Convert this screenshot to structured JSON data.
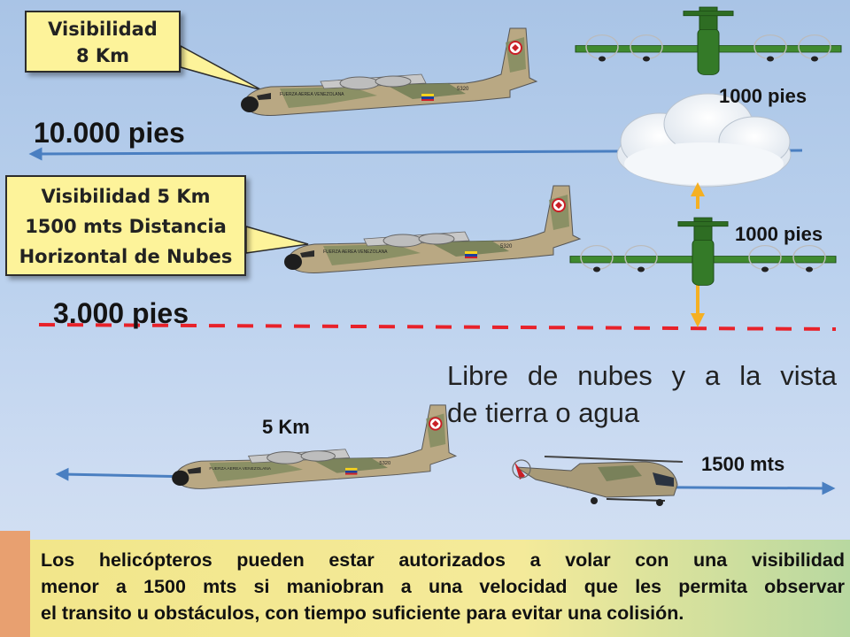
{
  "callout_top": {
    "lines": [
      "Visibilidad",
      "8 Km"
    ]
  },
  "callout_mid": {
    "lines": [
      "Visibilidad 5 Km",
      "1500 mts Distancia",
      "Horizontal  de Nubes"
    ]
  },
  "altitudes": {
    "upper": "10.000 pies",
    "lower": "3.000 pies"
  },
  "cloud_separation": {
    "above": "1000 pies",
    "below": "1000 pies"
  },
  "low_visibility": {
    "aircraft": "5 Km",
    "helicopter": "1500 mts"
  },
  "clear_condition": {
    "lines": [
      "Libre de nubes y a la vista",
      "de tierra o agua"
    ]
  },
  "helicopter_note": {
    "lines": [
      "Los helicópteros pueden estar autorizados a volar con una visibilidad",
      "menor a 1500 mts si maniobran a una velocidad que les permita observar",
      "el transito u obstáculos, con tiempo suficiente para evitar una colisión."
    ]
  },
  "aircraft_markings": {
    "fuselage_text": "FUERZA AEREA VENEZOLANA",
    "tail_number": "5320"
  },
  "colors": {
    "arrow_blue": "#4a7fc1",
    "dash_red": "#e8222a",
    "arrow_orange": "#f5b022",
    "callout_fill": "#fdf39a",
    "note_fill": "#f2e68a"
  },
  "icons": [
    "c130-aircraft-icon",
    "c130-top-view-icon",
    "cloud-icon",
    "helicopter-icon"
  ]
}
